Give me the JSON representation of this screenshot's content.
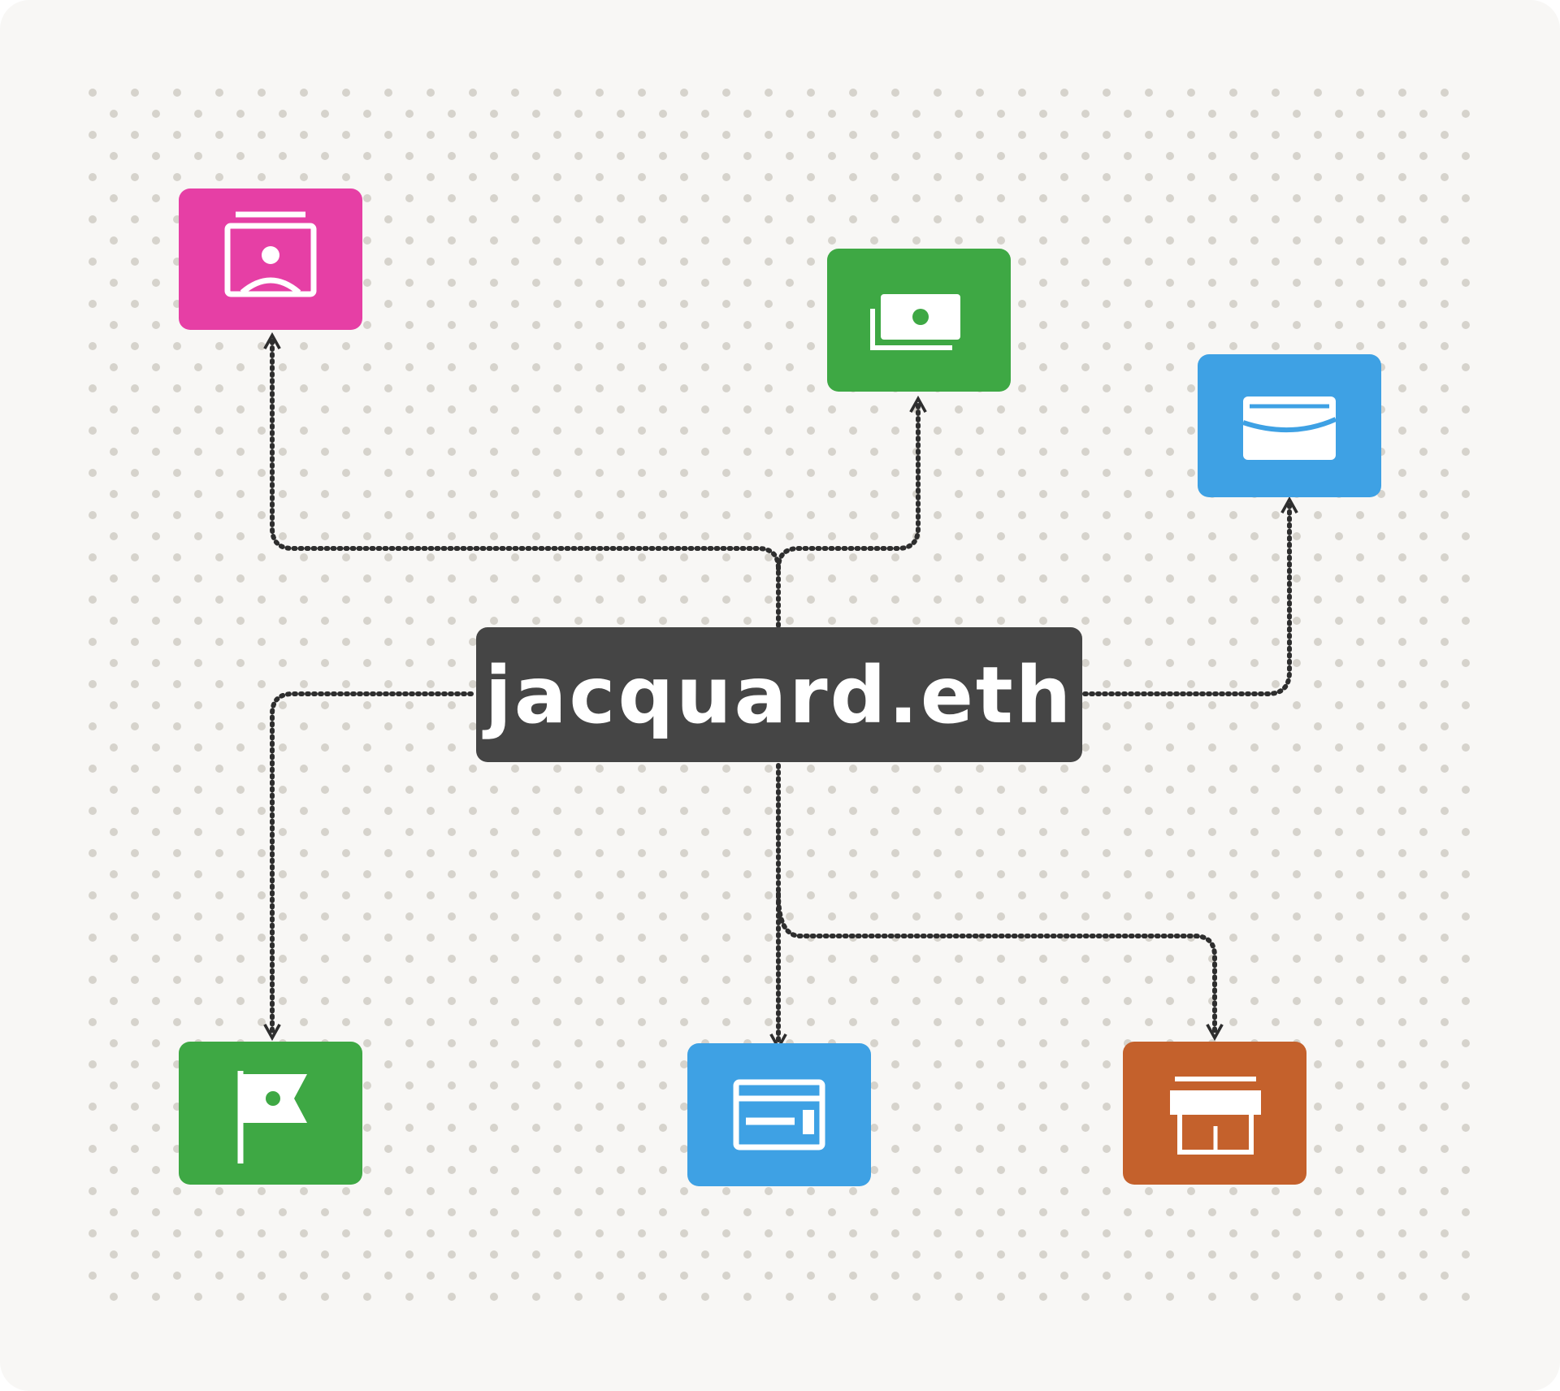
{
  "center_node": {
    "label": "jacquard.eth",
    "color": "#454545"
  },
  "nodes": [
    {
      "id": "profile",
      "icon": "profile-card-icon",
      "color": "#e63fa5"
    },
    {
      "id": "money",
      "icon": "banknote-icon",
      "color": "#3ea844"
    },
    {
      "id": "wallet",
      "icon": "wallet-icon",
      "color": "#3ea1e4"
    },
    {
      "id": "flag",
      "icon": "flag-icon",
      "color": "#3ea844"
    },
    {
      "id": "browser",
      "icon": "browser-window-icon",
      "color": "#3ea1e4"
    },
    {
      "id": "store",
      "icon": "storefront-icon",
      "color": "#c4612c"
    }
  ],
  "colors": {
    "background": "#f8f7f5",
    "dots": "#d6d3cc",
    "connector": "#2e2e2e",
    "icon_fg": "#ffffff"
  }
}
